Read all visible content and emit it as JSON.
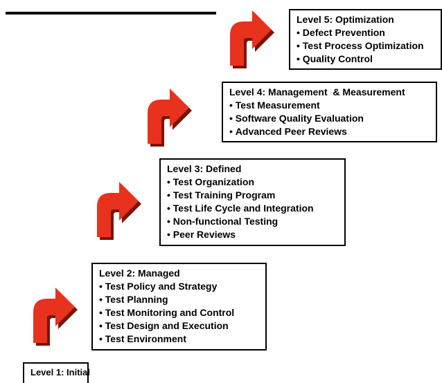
{
  "levels": [
    {
      "title": "Level 1: Initial",
      "items": []
    },
    {
      "title": "Level 2: Managed",
      "items": [
        "Test Policy and Strategy",
        "Test Planning",
        "Test Monitoring and Control",
        "Test Design and Execution",
        "Test Environment"
      ]
    },
    {
      "title": "Level 3: Defined",
      "items": [
        "Test Organization",
        "Test Training Program",
        "Test Life Cycle and Integration",
        "Non-functional Testing",
        "Peer Reviews"
      ]
    },
    {
      "title": "Level 4: Management  & Measurement",
      "items": [
        "Test Measurement",
        "Software Quality Evaluation",
        "Advanced Peer Reviews"
      ]
    },
    {
      "title": "Level 5: Optimization",
      "items": [
        "Defect Prevention",
        "Test Process Optimization",
        "Quality Control"
      ]
    }
  ],
  "colors": {
    "arrow_fill": "#e8321e",
    "arrow_shadow": "#7a1408",
    "box_border": "#000000",
    "text": "#000000"
  },
  "icons": {
    "step_arrow": "curved-up-right-arrow-icon"
  }
}
